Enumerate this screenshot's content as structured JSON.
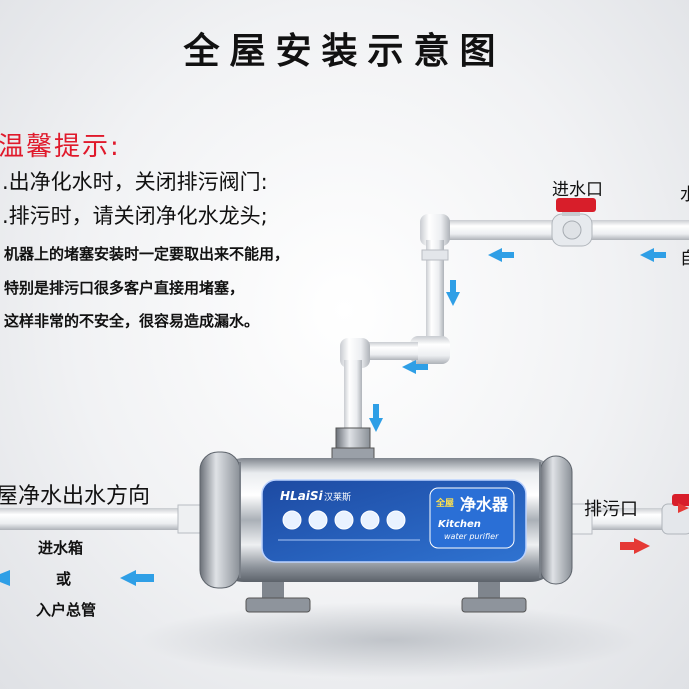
{
  "title": "全屋安装示意图",
  "tips": {
    "heading": "温馨提示:",
    "line1": ".出净化水时，关闭排污阀门:",
    "line2": ".排污时，请关闭净化水龙头;",
    "line3": "机器上的堵塞安装时一定要取出来不能用，",
    "line4": "特别是排污口很多客户直接用堵塞，",
    "line5": "这样非常的不安全，很容易造成漏水。"
  },
  "labels": {
    "inlet": "进水口",
    "edge_top": "水",
    "edge_mid": "自",
    "flow_direction": "屋净水出水方向",
    "tank": "进水箱",
    "or": "或",
    "main_pipe": "入户总管",
    "drain": "排污口"
  },
  "product": {
    "brand": "HLaiSi",
    "brand_cn": "汉莱斯",
    "badge_prefix": "全屋",
    "badge_main": "净水器",
    "english_line1": "Kitchen",
    "english_line2": "water purifier"
  },
  "colors": {
    "title": "#111111",
    "tips_heading": "#e0192b",
    "flow_arrow": "#2f9fe6",
    "drain_arrow": "#e53935",
    "valve": "#d81e2a",
    "label_panel": "#1f4fa6",
    "badge": "#2a6fd6"
  },
  "icons": [
    "flow-arrow-left",
    "flow-arrow-down",
    "drain-arrow-right",
    "ball-valve"
  ]
}
